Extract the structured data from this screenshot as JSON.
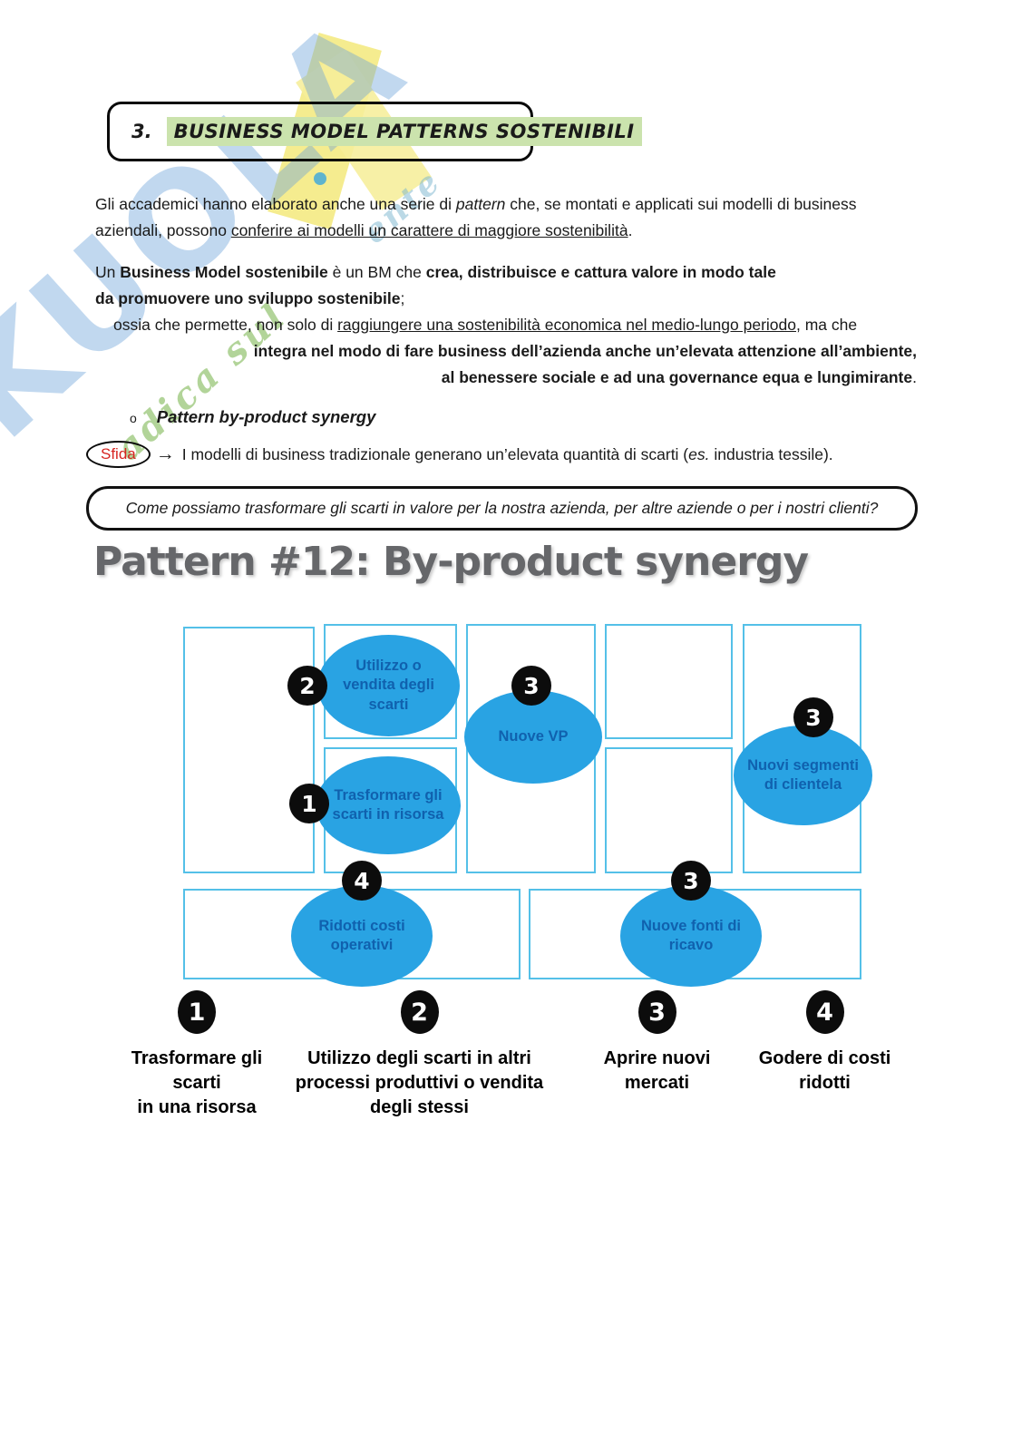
{
  "header": {
    "section_number": "3.",
    "section_title": "BUSINESS MODEL PATTERNS SOSTENIBILI"
  },
  "intro": {
    "line1_start": "Gli accademici hanno elaborato anche una serie di ",
    "line1_italic": "pattern",
    "line1_end": " che, se montati e applicati sui modelli di business",
    "line2_start": "aziendali, possono ",
    "line2_underline": "conferire ai modelli un carattere di maggiore sostenibilità",
    "line2_end": "."
  },
  "definition": {
    "l1_normal1": "Un ",
    "l1_bold1": "Business Model sostenibile",
    "l1_normal2": " è un BM che ",
    "l1_bold2": "crea, distribuisce e cattura valore in modo tale",
    "l2_bold": "da promuovere uno sviluppo sostenibile",
    "l2_normal": ";",
    "l3_normal1": "ossia che permette, non solo di ",
    "l3_underline": "raggiungere una sostenibilità economica nel medio-lungo periodo",
    "l3_normal2": ", ma che",
    "l4_bold": "integra nel modo di fare business dell’azienda anche un’elevata attenzione all’ambiente,",
    "l5_bold": "al benessere sociale e ad una governance equa e lungimirante",
    "l5_normal": "."
  },
  "pattern_section": {
    "bullet": "o",
    "heading": "Pattern by-product synergy",
    "sfida_label": "Sfida",
    "arrow": "→",
    "challenge_start": "I modelli di business tradizionale generano un’elevata quantità di scarti (",
    "challenge_italic": "es.",
    "challenge_end": " industria tessile).",
    "question": "Come possiamo trasformare gli scarti in valore per la nostra azienda, per altre aziende o per i nostri clienti?"
  },
  "figure": {
    "title": "Pattern #12: By-product synergy",
    "ovals": {
      "key_activities": {
        "badge": "2",
        "label": "Utilizzo o vendita degli scarti"
      },
      "key_resources": {
        "badge": "1",
        "label": "Trasformare gli scarti in risorsa"
      },
      "value_proposition": {
        "badge": "3",
        "label": "Nuove VP"
      },
      "customer_segments": {
        "badge": "3",
        "label": "Nuovi segmenti di clientela"
      },
      "cost_structure": {
        "badge": "4",
        "label": "Ridotti costi operativi"
      },
      "revenue_streams": {
        "badge": "3",
        "label": "Nuove fonti di ricavo"
      }
    },
    "legend": [
      {
        "badge": "1",
        "lines": [
          "Trasformare gli",
          "scarti",
          "in una risorsa"
        ]
      },
      {
        "badge": "2",
        "lines": [
          "Utilizzo degli scarti in altri",
          "processi produttivi o vendita",
          "degli stessi"
        ]
      },
      {
        "badge": "3",
        "lines": [
          "Aprire nuovi",
          "mercati",
          ""
        ]
      },
      {
        "badge": "4",
        "lines": [
          "Godere di costi",
          "ridotti",
          ""
        ]
      }
    ]
  },
  "watermark": {
    "site_letters": "SKUOLA",
    "script_fragment_1": "adica sul",
    "script_fragment_2": "ente"
  },
  "colors": {
    "oval_blue": "#29a3e3",
    "oval_text_blue": "#1061ae",
    "canvas_border_cyan": "#54c0e8",
    "badge_black": "#0c0c0c",
    "highlight_green": "#cbe3ad",
    "sfida_red": "#d62420",
    "figure_title_gray": "#66676a"
  }
}
